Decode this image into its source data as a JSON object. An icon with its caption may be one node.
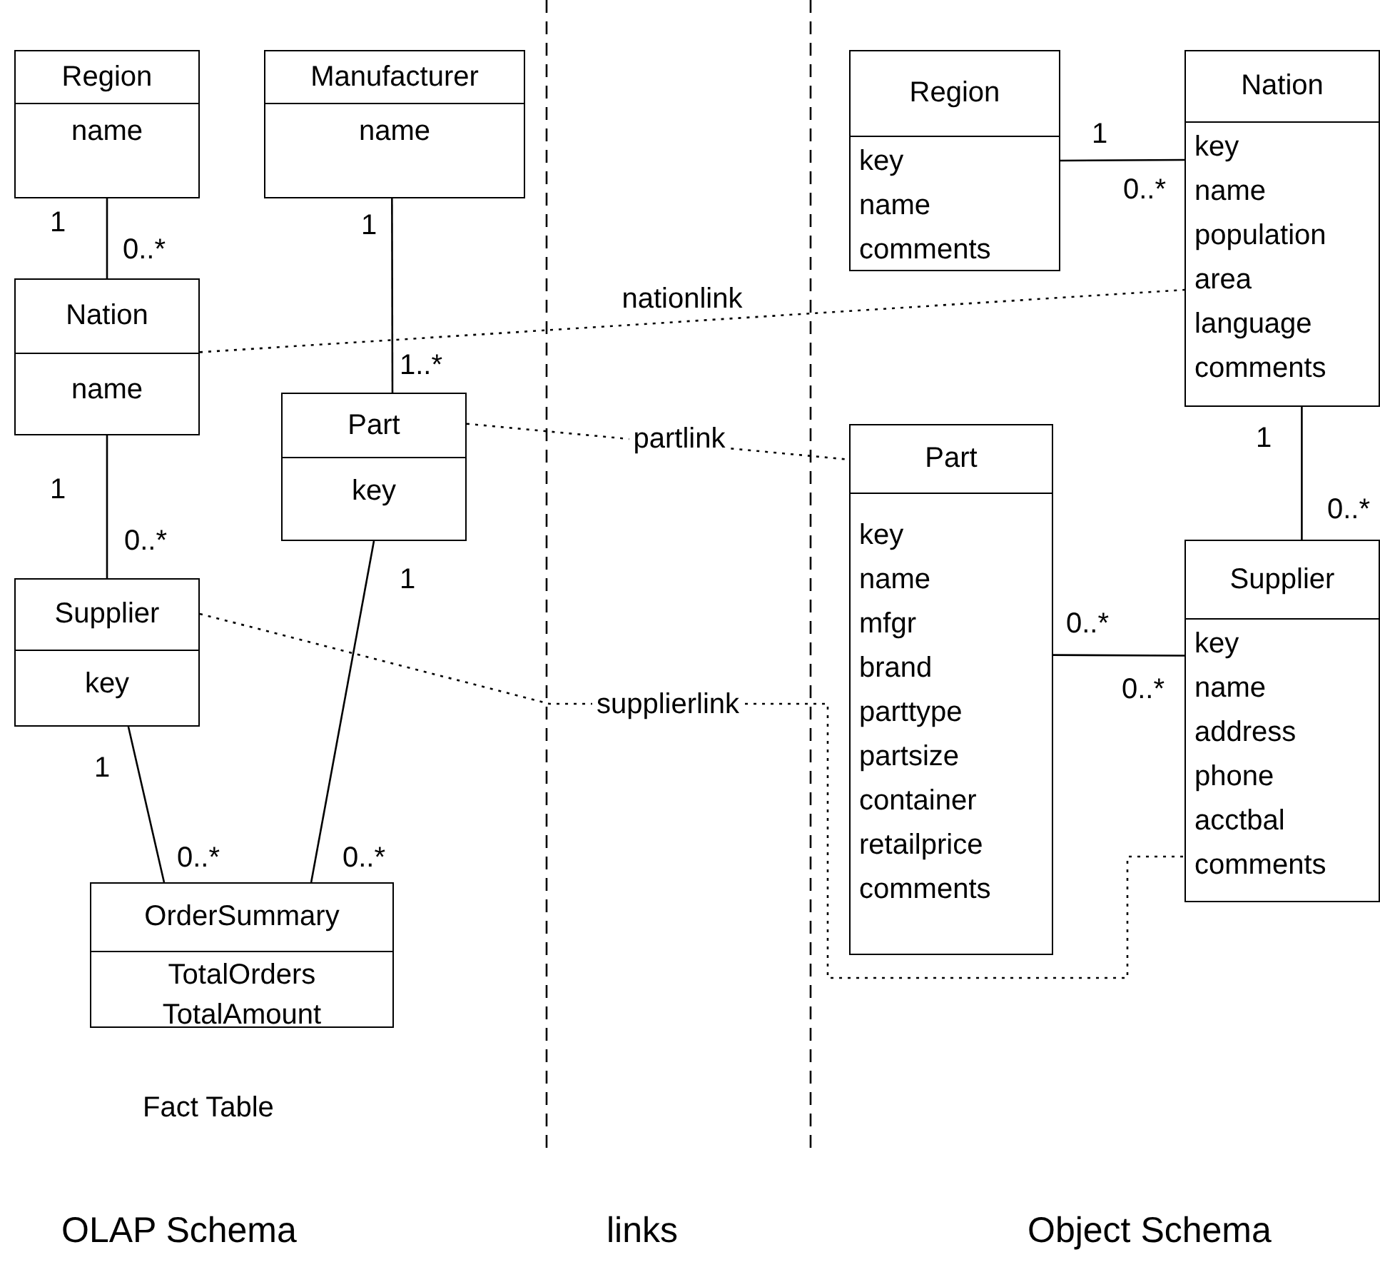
{
  "diagram": {
    "nodes": [
      {
        "text": [
          "Region",
          "name"
        ]
      },
      {
        "text": [
          "Manufacturer",
          "name"
        ]
      },
      {
        "text": [
          "Nation",
          "name"
        ]
      },
      {
        "text": [
          "Part",
          "key"
        ]
      },
      {
        "text": [
          "Supplier",
          "key"
        ]
      },
      {
        "text": [
          "OrderSummary",
          "TotalOrders TotalAmount"
        ],
        "beside": [
          "Fact Table"
        ]
      },
      {
        "text": [
          "Region",
          "key name comments"
        ]
      },
      {
        "text": [
          "Nation",
          "key name population area language comments"
        ]
      },
      {
        "text": [
          "Part",
          "key name mfgr brand parttype partsize container retailprice comments"
        ]
      },
      {
        "text": [
          "Supplier",
          "key name address phone acctbal comments"
        ]
      }
    ],
    "edges": [
      {
        "from": 0,
        "to": 2,
        "arrow": "none"
      },
      {
        "from": 1,
        "to": 3,
        "arrow": "none"
      },
      {
        "from": 2,
        "to": 4,
        "arrow": "none"
      },
      {
        "from": 4,
        "to": 5,
        "arrow": "none"
      },
      {
        "from": 3,
        "to": 5,
        "arrow": "none"
      },
      {
        "from": 2,
        "to": 7,
        "arrow": "none",
        "label": "nationlink",
        "style": "dashed"
      },
      {
        "from": 3,
        "to": 8,
        "arrow": "none",
        "label": "partlink",
        "style": "dashed"
      },
      {
        "from": 4,
        "to": 9,
        "arrow": "none",
        "label": "supplierlink",
        "style": "dashed"
      },
      {
        "from": 6,
        "to": 7,
        "arrow": "none"
      },
      {
        "from": 7,
        "to": 9,
        "arrow": "none"
      },
      {
        "from": 8,
        "to": 9,
        "arrow": "none"
      }
    ],
    "labels": [
      "1",
      "0..*",
      "1",
      "1",
      "0..*",
      "1..*",
      "1",
      "1",
      "0..*",
      "0..*",
      "1",
      "0..*",
      "0..*",
      "1",
      "0..*",
      "0..*",
      "OLAP Schema",
      "links",
      "Object Schema"
    ]
  }
}
